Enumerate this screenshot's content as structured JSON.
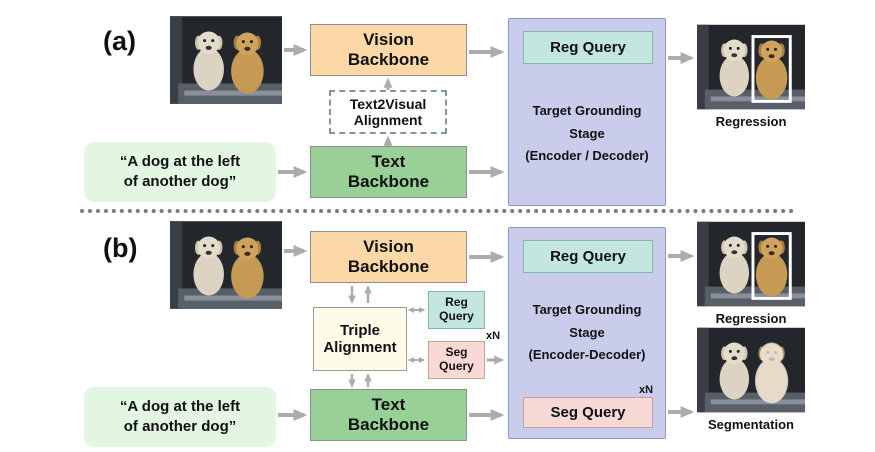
{
  "figure": {
    "panel_a": {
      "label": "(a)",
      "vision_backbone": "Vision\nBackbone",
      "text2visual_alignment": "Text2Visual\nAlignment",
      "query_text": "“A dog at the left\nof another dog”",
      "text_backbone": "Text\nBackbone",
      "reg_query": "Reg Query",
      "stage_line1": "Target Grounding",
      "stage_line2": "Stage",
      "stage_line3": "(Encoder / Decoder)",
      "output_label": "Regression"
    },
    "panel_b": {
      "label": "(b)",
      "vision_backbone": "Vision\nBackbone",
      "triple_alignment": "Triple\nAlignment",
      "reg_query_small": "Reg\nQuery",
      "seg_query_small": "Seg\nQuery",
      "xn_mid": "xN",
      "query_text": "“A dog at the left\nof another dog”",
      "text_backbone": "Text\nBackbone",
      "reg_query": "Reg Query",
      "seg_query": "Seg Query",
      "xn_stage": "xN",
      "stage_line1": "Target Grounding",
      "stage_line2": "Stage",
      "stage_line3": "(Encoder-Decoder)",
      "output_regression_label": "Regression",
      "output_segmentation_label": "Segmentation"
    },
    "colors": {
      "vision_backbone_fill": "#FBD8A6",
      "text_backbone_fill": "#98D097",
      "query_box_fill": "#E2F6E1",
      "stage_fill": "#C9CDEB",
      "reg_query_fill": "#C3E6E0",
      "seg_query_fill": "#F9D9D6",
      "triple_alignment_fill": "#FEFBE7",
      "arrow": "#ACACAC"
    }
  }
}
